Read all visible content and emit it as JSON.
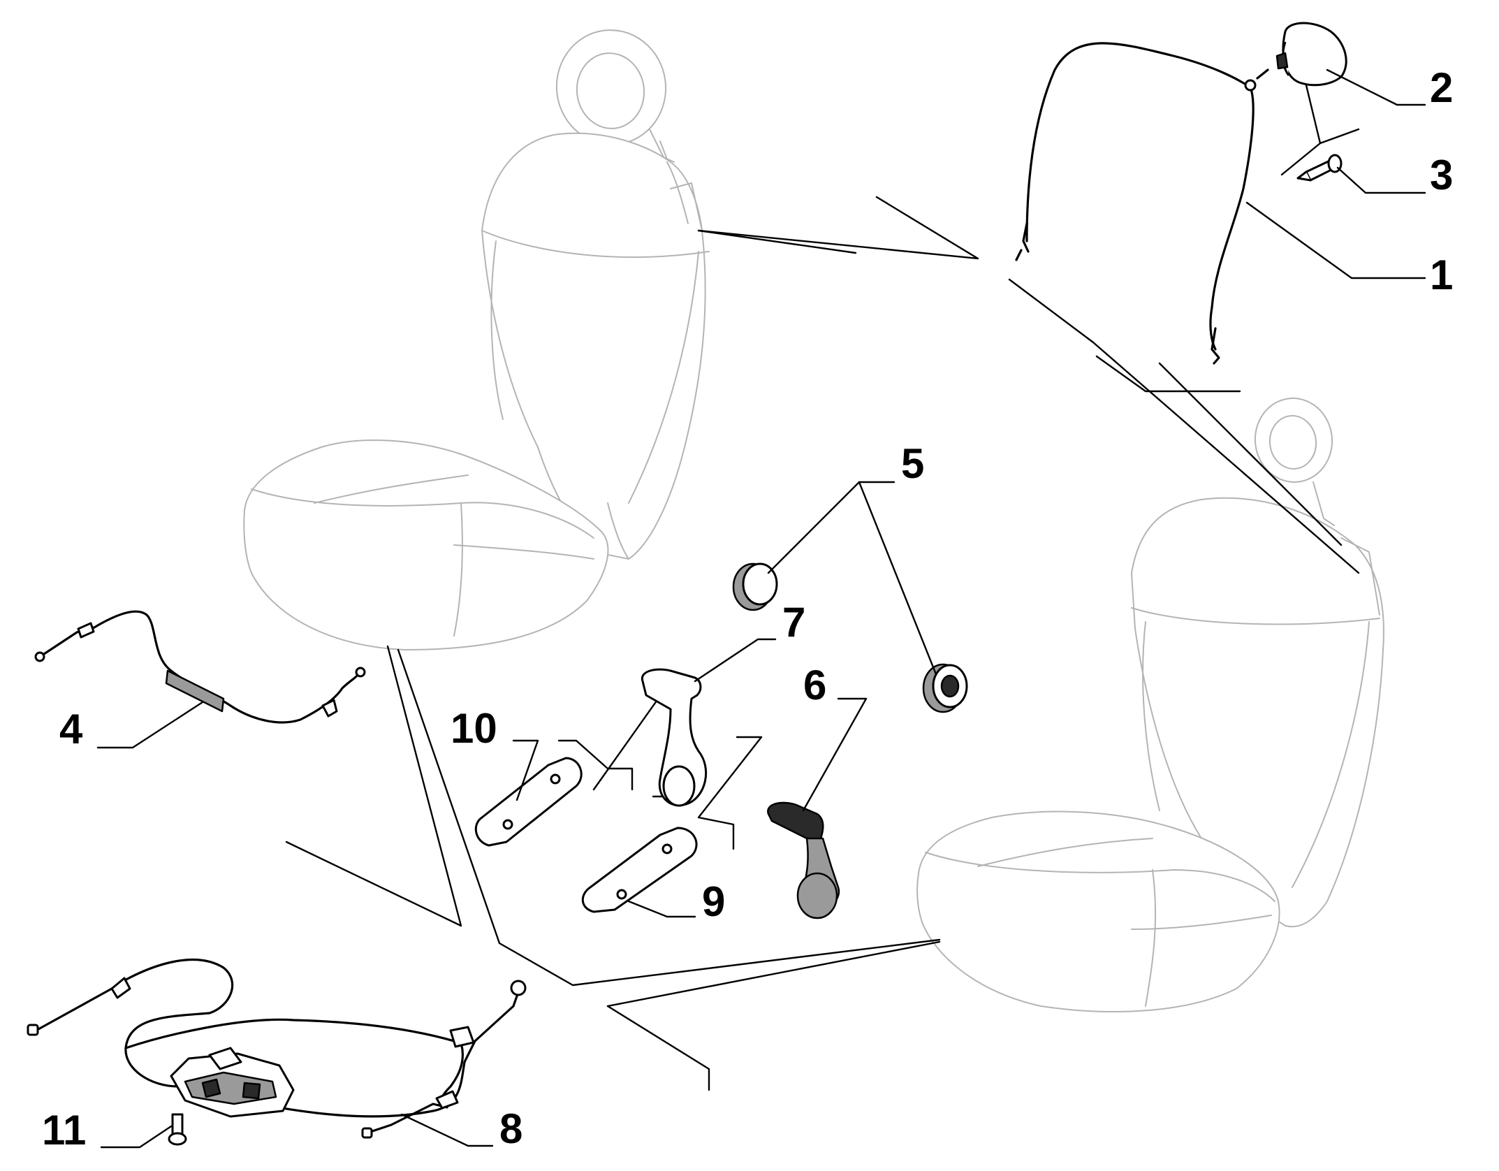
{
  "diagram": {
    "callouts": [
      {
        "id": "1",
        "label": "1"
      },
      {
        "id": "2",
        "label": "2"
      },
      {
        "id": "3",
        "label": "3"
      },
      {
        "id": "4",
        "label": "4"
      },
      {
        "id": "5",
        "label": "5"
      },
      {
        "id": "6",
        "label": "6"
      },
      {
        "id": "7",
        "label": "7"
      },
      {
        "id": "8",
        "label": "8"
      },
      {
        "id": "9",
        "label": "9"
      },
      {
        "id": "10",
        "label": "10"
      },
      {
        "id": "11",
        "label": "11"
      }
    ],
    "colors": {
      "line": "#000000",
      "seat_outline": "#b4b4b4",
      "background": "#ffffff"
    }
  }
}
